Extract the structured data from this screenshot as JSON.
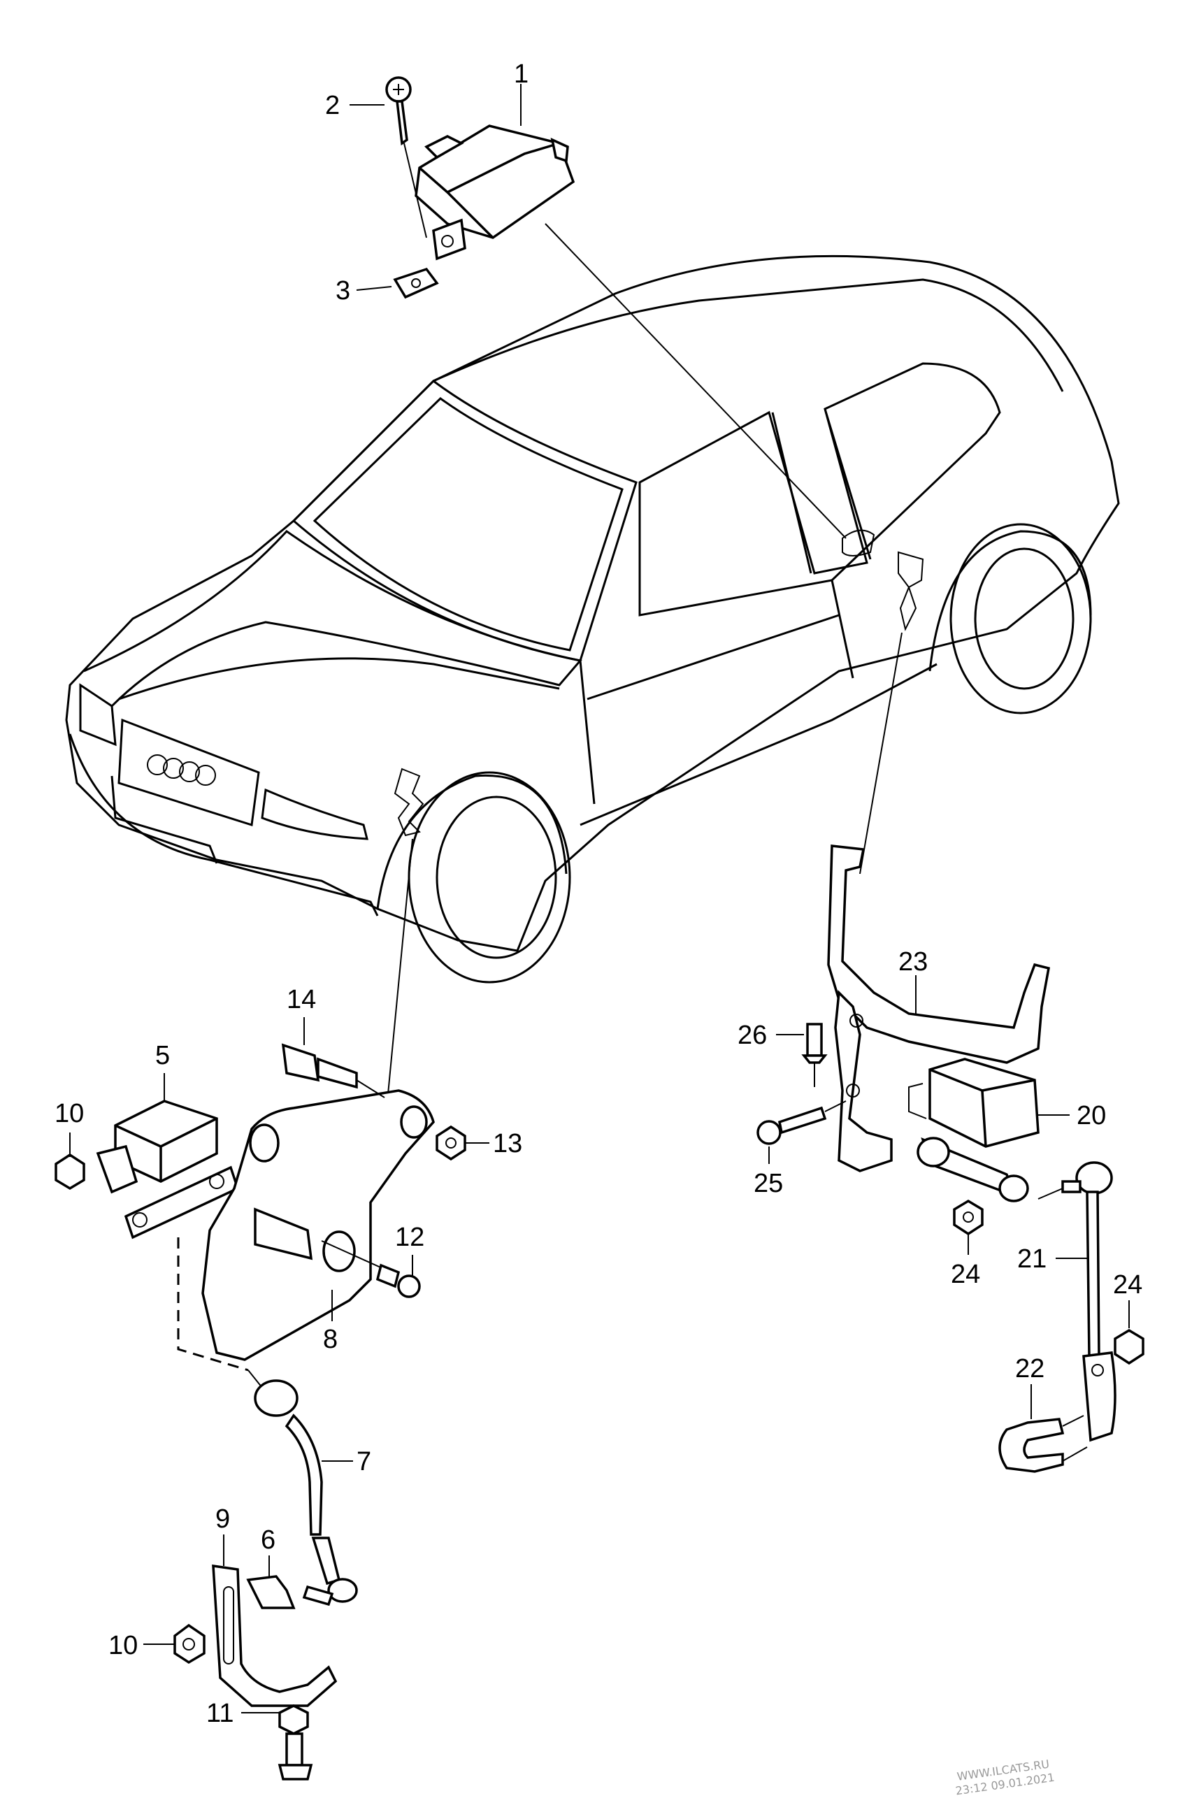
{
  "labels": {
    "p1": "1",
    "p2": "2",
    "p3": "3",
    "p5": "5",
    "p6": "6",
    "p7": "7",
    "p8": "8",
    "p9": "9",
    "p10a": "10",
    "p10b": "10",
    "p11": "11",
    "p12": "12",
    "p13": "13",
    "p14": "14",
    "p20": "20",
    "p21": "21",
    "p22": "22",
    "p23": "23",
    "p24a": "24",
    "p24b": "24",
    "p25": "25",
    "p26": "26"
  },
  "watermark": {
    "site": "WWW.ILCATS.RU",
    "stamp": "23:12 09.01.2021"
  }
}
